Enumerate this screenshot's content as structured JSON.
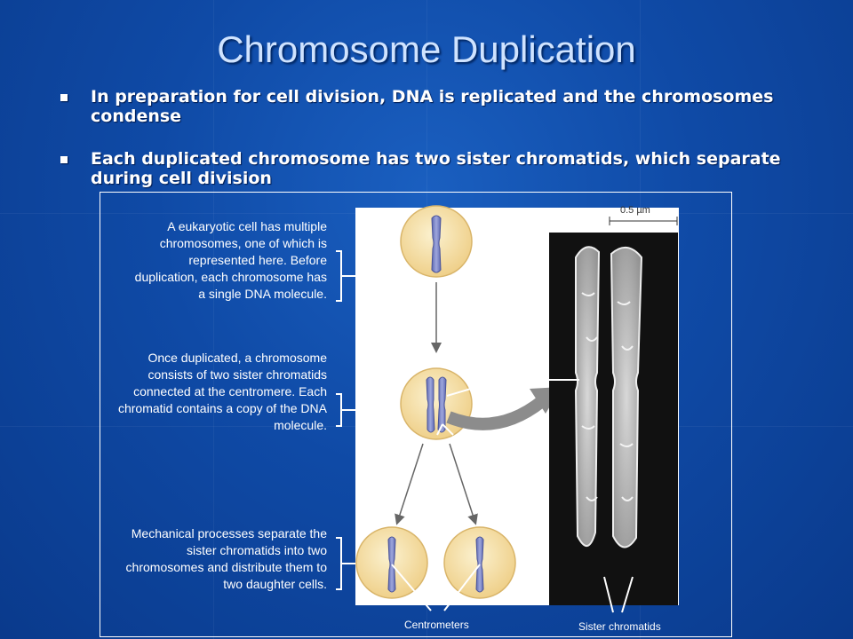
{
  "slide": {
    "title": "Chromosome Duplication",
    "bullets": [
      "In preparation for cell division, DNA is replicated and the chromosomes condense",
      "Each duplicated chromosome has two sister chromatids, which separate during cell division"
    ]
  },
  "figure": {
    "captions": [
      "A eukaryotic cell has multiple chromosomes, one of which is represented here. Before duplication, each chromosome has a single DNA molecule.",
      "Once duplicated, a chromosome consists of two sister chromatids connected at the centromere. Each chromatid contains a copy of the DNA molecule.",
      "Mechanical processes separate the sister chromatids into two chromosomes and distribute them to two daughter cells."
    ],
    "scale_label": "0.5 µm",
    "centrometers_label": "Centrometers",
    "sister_chromatids_label": "Sister chromatids",
    "colors": {
      "background": "#0f4aa6",
      "cell_fill": "#f6e2a8",
      "chromosome": "#7b86c8",
      "arrow": "#777777"
    }
  }
}
